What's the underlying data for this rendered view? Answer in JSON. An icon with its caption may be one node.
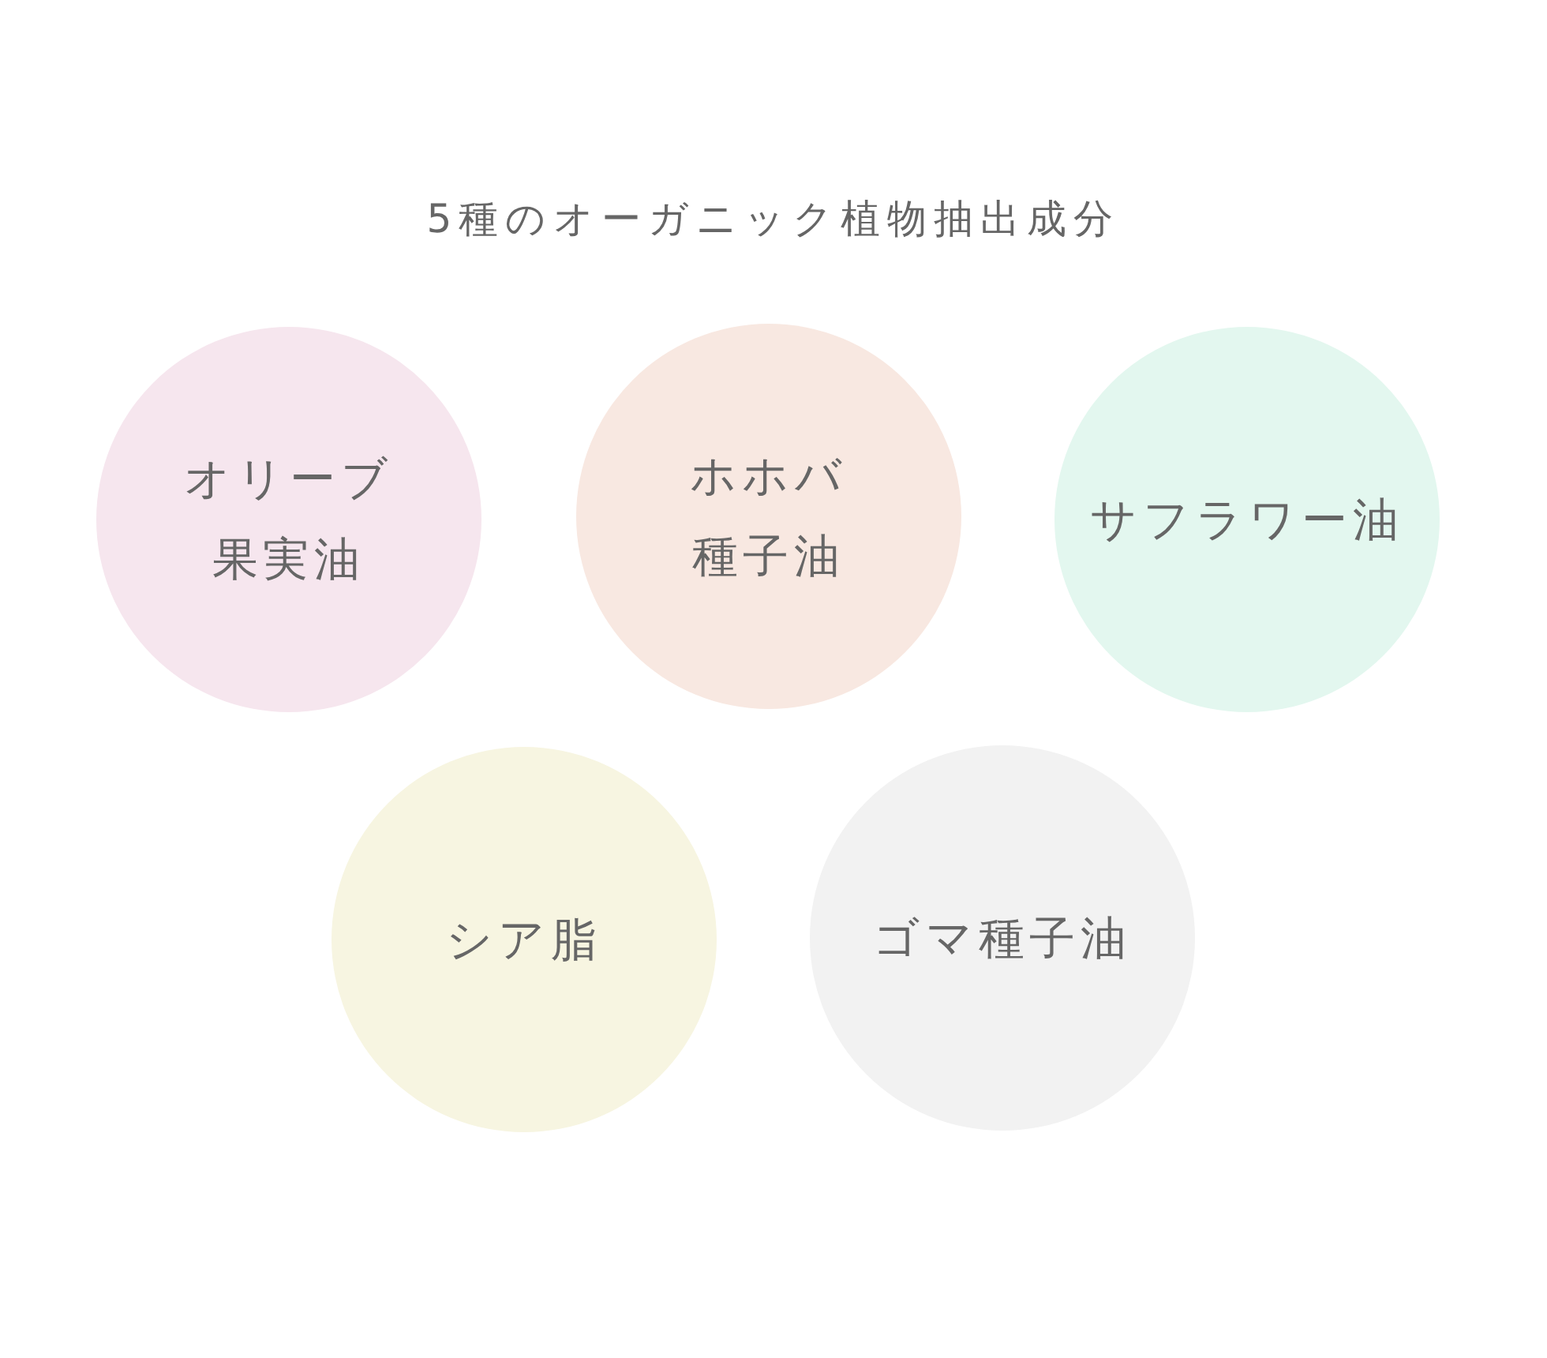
{
  "diagram": {
    "title": "5種のオーガニック植物抽出成分",
    "nodes": [
      {
        "text": [
          "オリーブ果実油"
        ]
      },
      {
        "text": [
          "ホホバ種子油"
        ]
      },
      {
        "text": [
          "サフラワー油"
        ]
      },
      {
        "text": [
          "シア脂"
        ]
      },
      {
        "text": [
          "ゴマ種子油"
        ]
      }
    ]
  }
}
